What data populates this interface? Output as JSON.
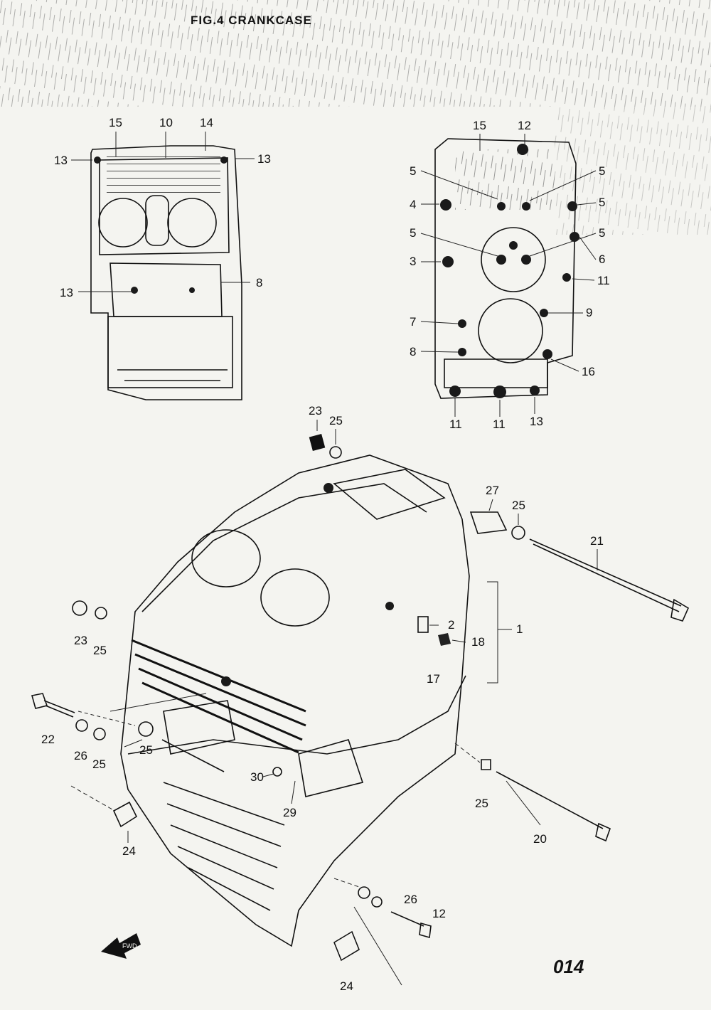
{
  "title": "FIG.4   CRANKCASE",
  "page_number": "014",
  "front_arrow_label": "FWD",
  "labels": {
    "top_left": [
      "15",
      "10",
      "14",
      "13",
      "13",
      "13",
      "8"
    ],
    "top_right": [
      "15",
      "12",
      "5",
      "5",
      "4",
      "5",
      "5",
      "5",
      "3",
      "6",
      "11",
      "7",
      "9",
      "8",
      "16",
      "11",
      "11",
      "13"
    ],
    "main": [
      "23",
      "25",
      "27",
      "25",
      "21",
      "23",
      "25",
      "2",
      "18",
      "1",
      "17",
      "22",
      "26",
      "25",
      "25",
      "30",
      "29",
      "25",
      "20",
      "24",
      "26",
      "12",
      "24"
    ]
  }
}
